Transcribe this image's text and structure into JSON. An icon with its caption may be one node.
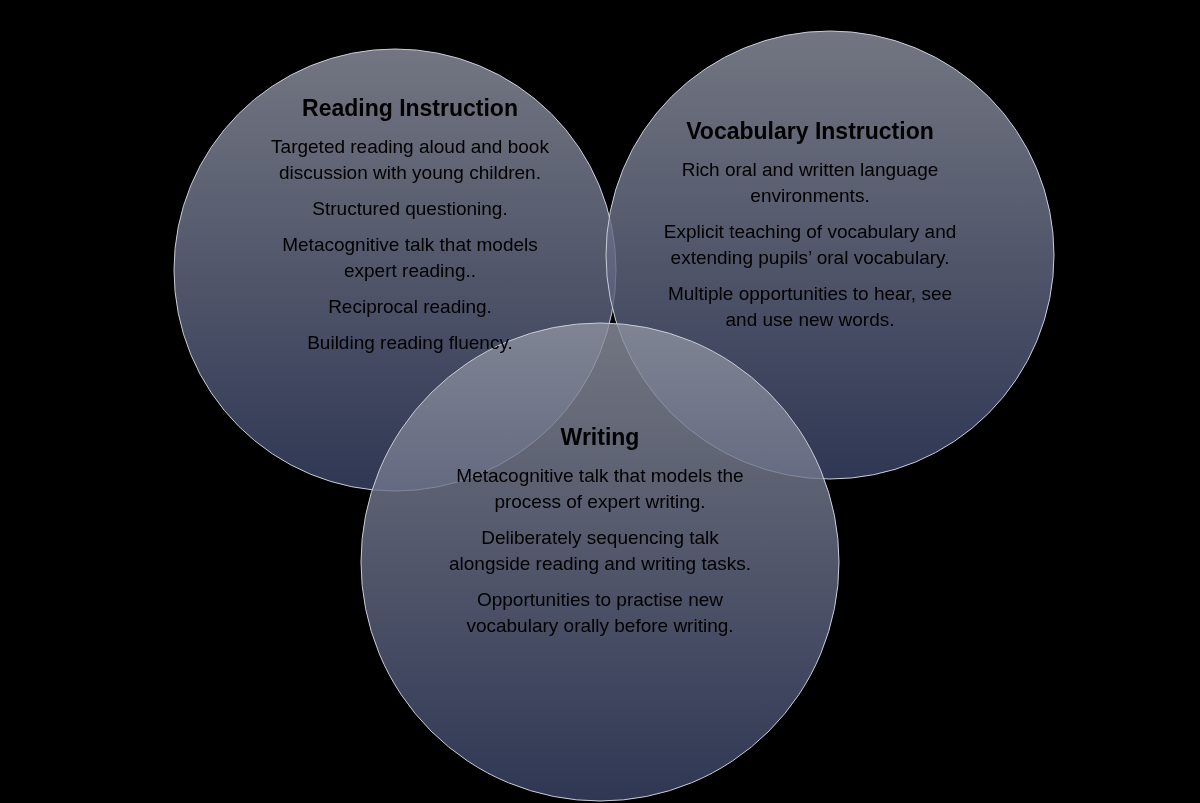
{
  "diagram": {
    "nodes": [
      {
        "text": [
          "Reading Instruction",
          "Targeted reading aloud and book discussion with young children.",
          "Structured questioning.",
          "Metacognitive talk that models expert reading..",
          "Reciprocal reading.",
          "Building reading fluency."
        ]
      },
      {
        "text": [
          "Vocabulary Instruction",
          "Rich oral and written language environments.",
          "Explicit teaching of vocabulary and extending pupils’ oral vocabulary.",
          "Multiple opportunities to hear, see and use new words."
        ]
      },
      {
        "text": [
          "Writing",
          "Metacognitive talk that models the process of expert writing.",
          "Deliberately sequencing talk alongside reading and writing tasks.",
          "Opportunities to practise new vocabulary orally before writing."
        ]
      }
    ],
    "edges": []
  }
}
